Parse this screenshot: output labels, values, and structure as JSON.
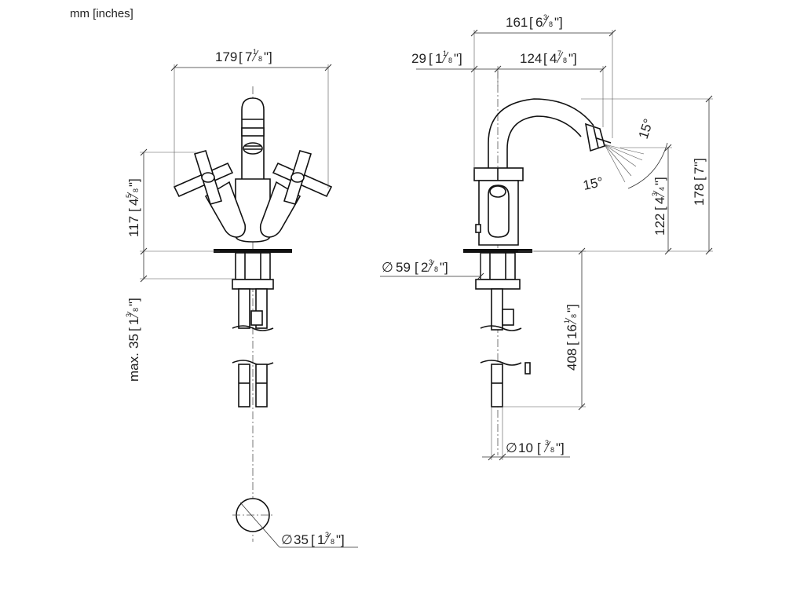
{
  "units_label": "mm [inches]",
  "dimensions": {
    "width_179": {
      "mm": "179",
      "in_whole": "7",
      "in_num": "1",
      "in_den": "8"
    },
    "height_117": {
      "mm": "117",
      "in_whole": "4",
      "in_num": "5",
      "in_den": "8"
    },
    "max_35": {
      "prefix": "max.",
      "mm": "35",
      "in_whole": "1",
      "in_num": "3",
      "in_den": "8"
    },
    "dia_35": {
      "symbol": "∅",
      "mm": "35",
      "in_whole": "1",
      "in_num": "3",
      "in_den": "8"
    },
    "width_161": {
      "mm": "161",
      "in_whole": "6",
      "in_num": "3",
      "in_den": "8"
    },
    "width_29": {
      "mm": "29",
      "in_whole": "1",
      "in_num": "1",
      "in_den": "8"
    },
    "width_124": {
      "mm": "124",
      "in_whole": "4",
      "in_num": "7",
      "in_den": "8"
    },
    "height_178": {
      "mm": "178",
      "in_whole": "7",
      "in_num": "",
      "in_den": ""
    },
    "height_122": {
      "mm": "122",
      "in_whole": "4",
      "in_num": "3",
      "in_den": "4"
    },
    "dia_59": {
      "symbol": "∅",
      "mm": "59",
      "in_whole": "2",
      "in_num": "3",
      "in_den": "8"
    },
    "length_408": {
      "mm": "408",
      "in_whole": "16",
      "in_num": "1",
      "in_den": "8"
    },
    "dia_10": {
      "symbol": "∅",
      "mm": "10",
      "in_whole": "",
      "in_num": "3",
      "in_den": "8"
    },
    "angle_upper": {
      "value": "15°"
    },
    "angle_lower": {
      "value": "15°"
    }
  }
}
